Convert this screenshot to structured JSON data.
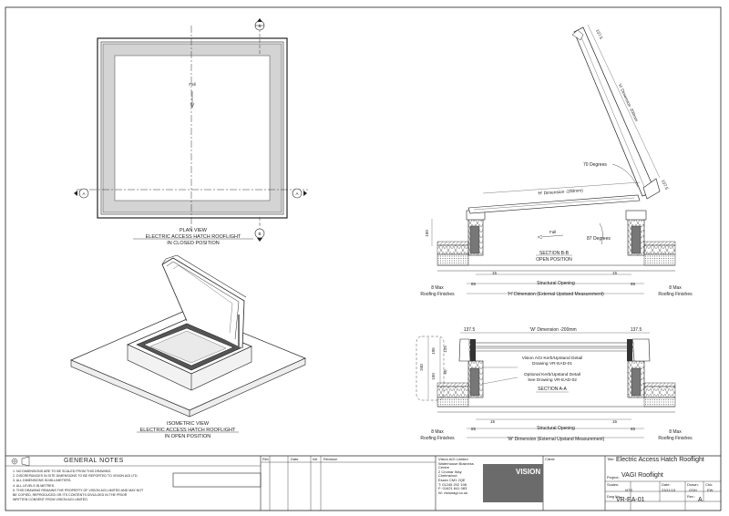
{
  "plan_view": {
    "fall_label": "Fall",
    "section_marks": [
      "B",
      "B",
      "A",
      "A"
    ],
    "caption": [
      "PLAN VIEW",
      "ELECTRIC ACCESS HATCH ROOFLIGHT",
      "IN CLOSED POSITION"
    ]
  },
  "iso_view": {
    "caption": [
      "ISOMETRIC VIEW",
      "ELECTRIC ACCESS HATCH ROOFLIGHT",
      "IN OPEN POSITION"
    ]
  },
  "section_bb": {
    "dim_137_5_top": "137.5",
    "dim_h_diag": "'H' Dimension -200mm",
    "dim_h_top": "'H' Dimension -200mm)",
    "angle_70": "70 Degrees",
    "dim_137_5_side": "137.5",
    "angle_87": "87 Degrees",
    "fall_label": "Fall",
    "dim_150": "150",
    "title": [
      "SECTION B-B",
      "OPEN POSITION"
    ],
    "dim_15_left": "15",
    "dim_15_right": "15",
    "structural_opening": "Structural Opening",
    "dim_85_left": "85",
    "dim_85_right": "85",
    "h_dimension": "'H' Dimension (External Upstand Measurement)",
    "max_left": [
      "8 Max",
      "Roofing Finishes"
    ],
    "max_right": [
      "8 Max",
      "Roofing Finishes"
    ]
  },
  "section_aa": {
    "dim_137_5_left": "137.5",
    "w_dim_top": "'W' Dimension -200mm",
    "dim_137_5_right": "137.5",
    "dim_340": "340",
    "dim_105": "105",
    "dim_125": "125",
    "dim_150": "150",
    "dim_60": "60",
    "kerb_detail": [
      "Vision AGI Kerb/Upstand Detail",
      "Drawing VR-EAD-01"
    ],
    "optional_detail": [
      "Optional Kerb/Upstand Detail",
      "See Drawing VR-EAD-02"
    ],
    "title": "SECTION A-A",
    "dim_15_left": "15",
    "dim_15_right": "15",
    "structural_opening": "Structural Opening",
    "dim_85_left": "85",
    "dim_85_right": "85",
    "w_dimension": "'W' Dimension (External Upstand Measurement)",
    "max_left": [
      "8 Max",
      "Roofing Finishes"
    ],
    "max_right": [
      "8 Max",
      "Roofing Finishes"
    ]
  },
  "general_notes": {
    "title": "GENERAL NOTES",
    "items": [
      "1. NO DIMENSIONS ARE TO BE SCALED FROM THIS DRAWING.",
      "2. DISCREPANCIES IN SITE DIMENSIONS TO BE REPORTED TO VISION AGI LTD.",
      "3. ALL DIMENSIONS IN MILLIMETERS.",
      "4. ALL LEVELS IN METRES.",
      "5. THIS DRAWING REMAINS THE PROPERTY OF VISION AGI LIMITED AND MAY NOT",
      "   BE COPIED, REPRODUCED OR ITS CONTENTS DIVULGED IN THE PRIOR",
      "   WRITTEN CONSENT FROM VISION AGI LIMITED."
    ]
  },
  "revision_table": {
    "headers": [
      "Rev",
      "Date",
      "Init",
      "Revision"
    ]
  },
  "company": {
    "lines": [
      "Vision AGI Limited",
      "Waterhouse Business",
      "Centre",
      "2 Cromar Way",
      "Chelmsford",
      "Essex CM1 2QE",
      "T: 01245 202 198",
      "F: 01621 841 083",
      "W: visionagi.co.uk"
    ],
    "logo_text": "VISION"
  },
  "title_block": {
    "client_label": "Client:",
    "title_label": "Title:",
    "title": "Electric Access Hatch Rooflight",
    "project_label": "Project:",
    "project": "VAGI Rooflight",
    "scales_label": "Scales:",
    "scales": "NTS",
    "date_label": "Date:",
    "date": "23/11/13",
    "drawn_label": "Drawn:",
    "drawn": "GSH",
    "chk_label": "Chk:",
    "chk": "EW",
    "dwg_label": "Dwg No.:",
    "dwg": "VR-EA-01",
    "rev_label": "Rev.:",
    "rev": "A"
  }
}
